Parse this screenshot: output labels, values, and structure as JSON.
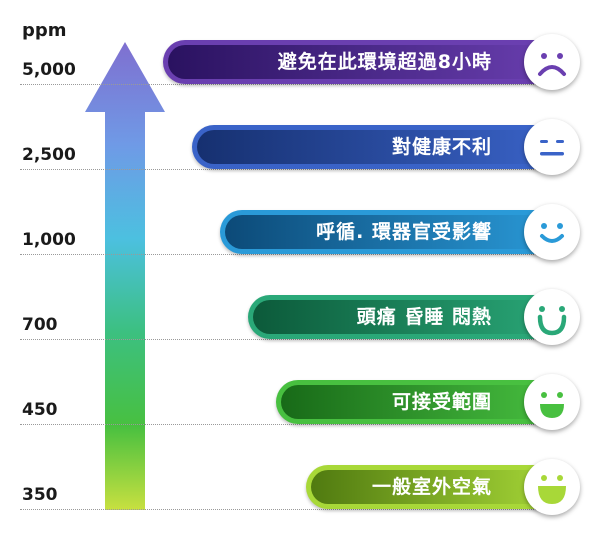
{
  "unit": "ppm",
  "levels": [
    {
      "ppm": "5,000",
      "label": "避免在此環境超過8小時",
      "face_icon": "sad-face-icon",
      "color": "#6a3fb0",
      "dark": "#2a1260"
    },
    {
      "ppm": "2,500",
      "label": "對健康不利",
      "face_icon": "neutral-face-icon",
      "color": "#3a63c8",
      "dark": "#163070"
    },
    {
      "ppm": "1,000",
      "label": "呼循. 環器官受影響",
      "face_icon": "slight-smile-face-icon",
      "color": "#2a9ad8",
      "dark": "#0c4a78"
    },
    {
      "ppm": "700",
      "label": "頭痛  昏睡  悶熱",
      "face_icon": "smile-face-icon",
      "color": "#2aa878",
      "dark": "#0c5a3a"
    },
    {
      "ppm": "450",
      "label": "可接受範圍",
      "face_icon": "happy-face-icon",
      "color": "#48c040",
      "dark": "#186a18"
    },
    {
      "ppm": "350",
      "label": "一般室外空氣",
      "face_icon": "very-happy-face-icon",
      "color": "#a8d838",
      "dark": "#507a10"
    }
  ],
  "arrow_colors": [
    "#7f6fd0",
    "#6f9ae6",
    "#4cc0e0",
    "#3cc080",
    "#48c040",
    "#c8e040"
  ]
}
